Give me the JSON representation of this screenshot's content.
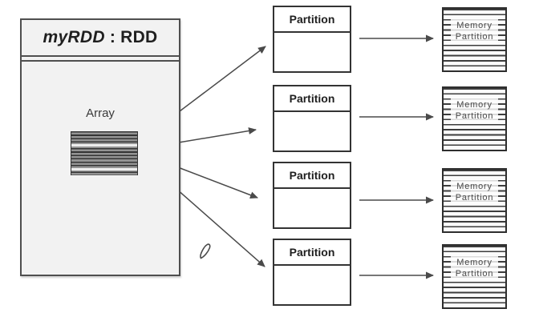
{
  "diagram": {
    "rdd_box": {
      "title_instance": "myRDD",
      "title_separator": ":",
      "title_class": "RDD",
      "array_label": "Array"
    },
    "partitions": [
      {
        "label": "Partition"
      },
      {
        "label": "Partition"
      },
      {
        "label": "Partition"
      },
      {
        "label": "Partition"
      }
    ],
    "memory_partitions": [
      {
        "line1": "Memory",
        "line2": "Partition"
      },
      {
        "line1": "Memory",
        "line2": "Partition"
      },
      {
        "line1": "Memory",
        "line2": "Partition"
      },
      {
        "line1": "Memory",
        "line2": "Partition"
      }
    ],
    "icons": {
      "array_icon": "striped-array-block",
      "memory_icon": "striped-memory-block",
      "pencil_cursor": "pen-nib-cursor",
      "arrow": "right-arrowhead"
    },
    "colors": {
      "box_border": "#4f4f4f",
      "rdd_fill": "#f2f2f2",
      "arrow": "#4a4a4a",
      "background": "#ffffff",
      "stripe_dark": "#343434",
      "text_dark": "#1f1f1f"
    }
  }
}
